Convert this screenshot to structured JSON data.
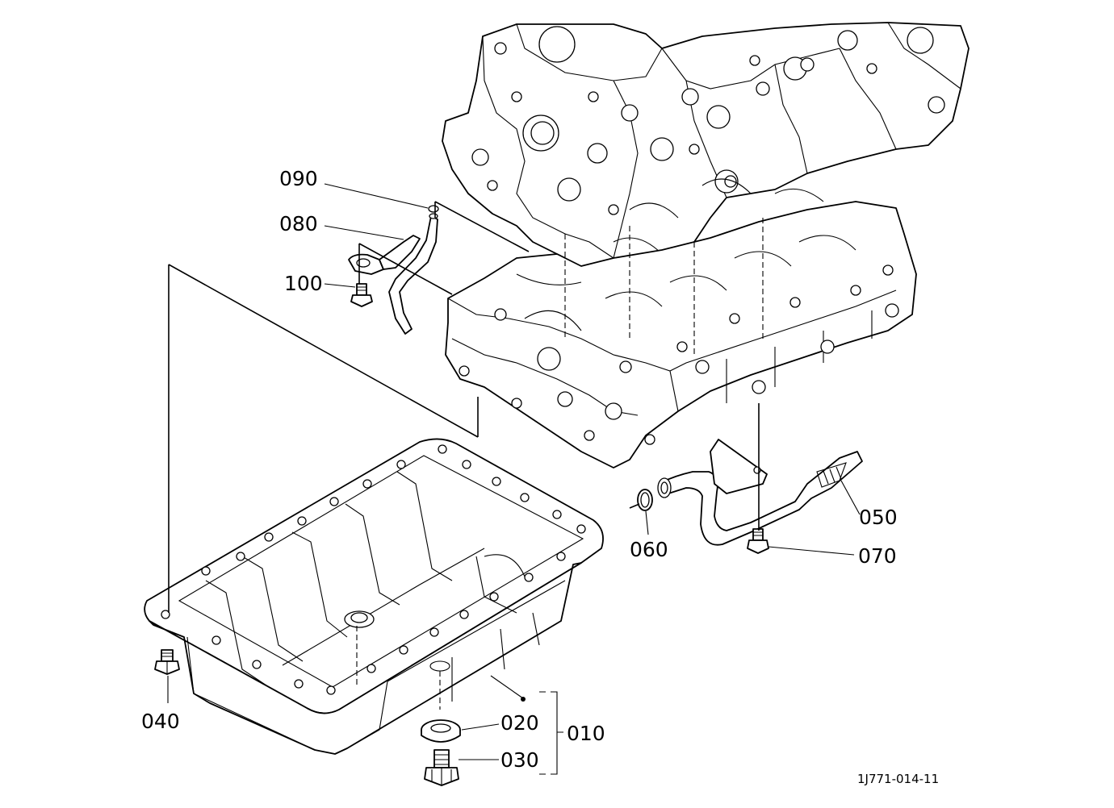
{
  "labels": {
    "p010": "010",
    "p020": "020",
    "p030": "030",
    "p040": "040",
    "p050": "050",
    "p060": "060",
    "p070": "070",
    "p080": "080",
    "p090": "090",
    "p100": "100"
  },
  "drawing_code": "1J771-014-11"
}
